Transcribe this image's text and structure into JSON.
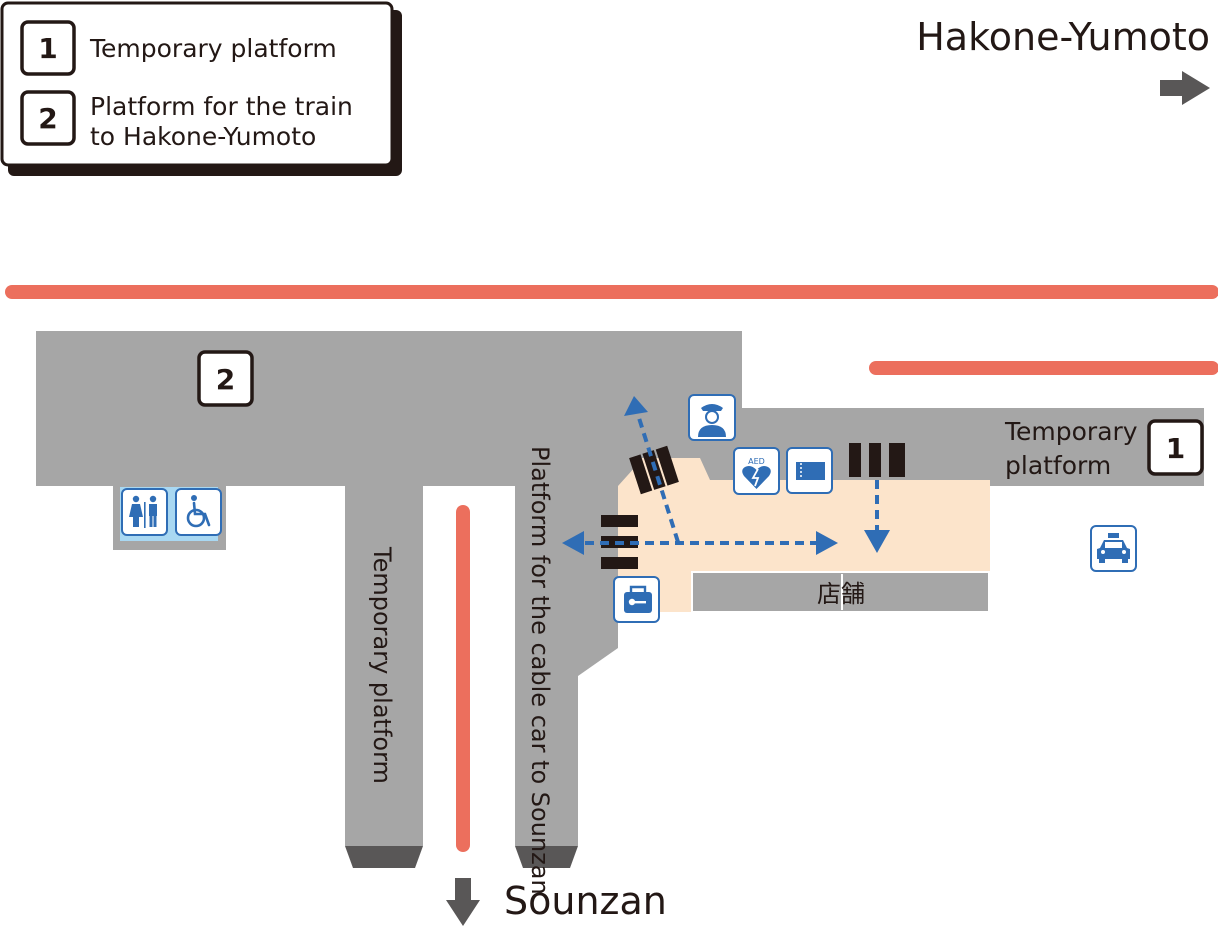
{
  "legend": {
    "items": [
      {
        "num": "1",
        "label": "Temporary platform"
      },
      {
        "num": "2",
        "label_line1": "Platform for the train",
        "label_line2": "to Hakone-Yumoto"
      }
    ]
  },
  "directions": {
    "hakone_yumoto": "Hakone-Yumoto",
    "sounzan": "Sounzan"
  },
  "platforms": {
    "platform_2_num": "2",
    "platform_1_num": "1",
    "temporary_right_line1": "Temporary",
    "temporary_right_line2": "platform",
    "temporary_vertical": "Temporary platform",
    "cable_car": "Platform for the cable car to Sounzan"
  },
  "facilities": {
    "shop": "店舗",
    "aed_label": "AED"
  },
  "icons": [
    "toilet-icon",
    "accessible-toilet-icon",
    "station-staff-icon",
    "aed-icon",
    "ticket-icon",
    "locker-icon",
    "taxi-icon"
  ],
  "colors": {
    "track": "#EC6F5D",
    "platform": "#A6A6A6",
    "concourse": "#FCE4CB",
    "icon_blue": "#2F6DB5",
    "toilet_bg": "#A9D8F2",
    "gate": "#231815",
    "arrow_gray": "#595757"
  }
}
